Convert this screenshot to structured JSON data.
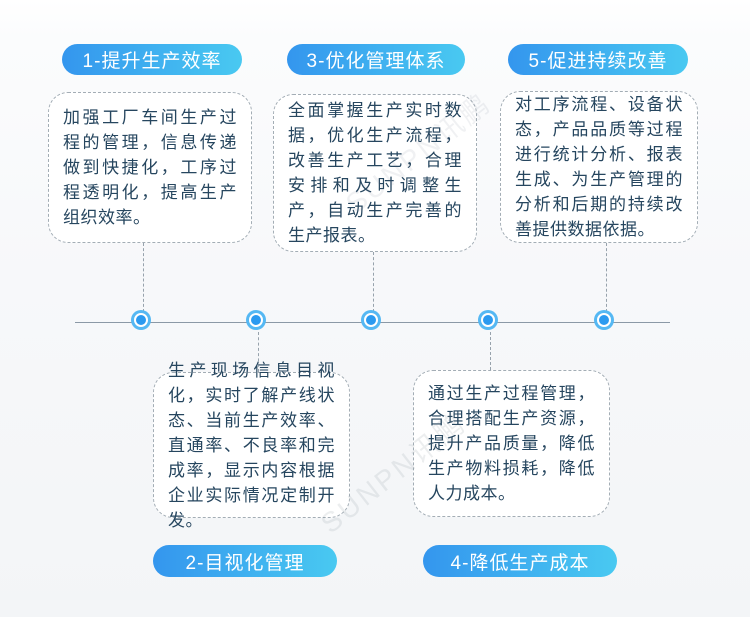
{
  "watermark": {
    "text": "SUNPN讯鹏"
  },
  "palette": {
    "pill_gradient_start": "#3496ee",
    "pill_gradient_end": "#49c9f1",
    "pill_text": "#ffffff",
    "card_background": "#ffffff",
    "card_text": "#26465f",
    "dashed_border": "#a3adb5",
    "timeline_line": "#8b99a6",
    "dot_fill": "#2b9af0",
    "dot_ring": "#55b8f3",
    "background": "#f6f7f9"
  },
  "stages": [
    {
      "label": "1-提升生产效率",
      "position": "top",
      "description": "加强工厂车间生产过程的管理，信息传递做到快捷化，工序过程透明化，提高生产组织效率。"
    },
    {
      "label": "2-目视化管理",
      "position": "bottom",
      "description": "生产现场信息目视化，实时了解产线状态、当前生产效率、直通率、不良率和完成率，显示内容根据企业实际情况定制开发。"
    },
    {
      "label": "3-优化管理体系",
      "position": "top",
      "description": "全面掌握生产实时数据，优化生产流程，改善生产工艺，合理安排和及时调整生产，自动生产完善的生产报表。"
    },
    {
      "label": "4-降低生产成本",
      "position": "bottom",
      "description": "通过生产过程管理，合理搭配生产资源，提升产品质量，降低生产物料损耗，降低人力成本。"
    },
    {
      "label": "5-促进持续改善",
      "position": "top",
      "description": "对工序流程、设备状态，产品品质等过程进行统计分析、报表生成、为生产管理的分析和后期的持续改善提供数据依据。"
    }
  ]
}
